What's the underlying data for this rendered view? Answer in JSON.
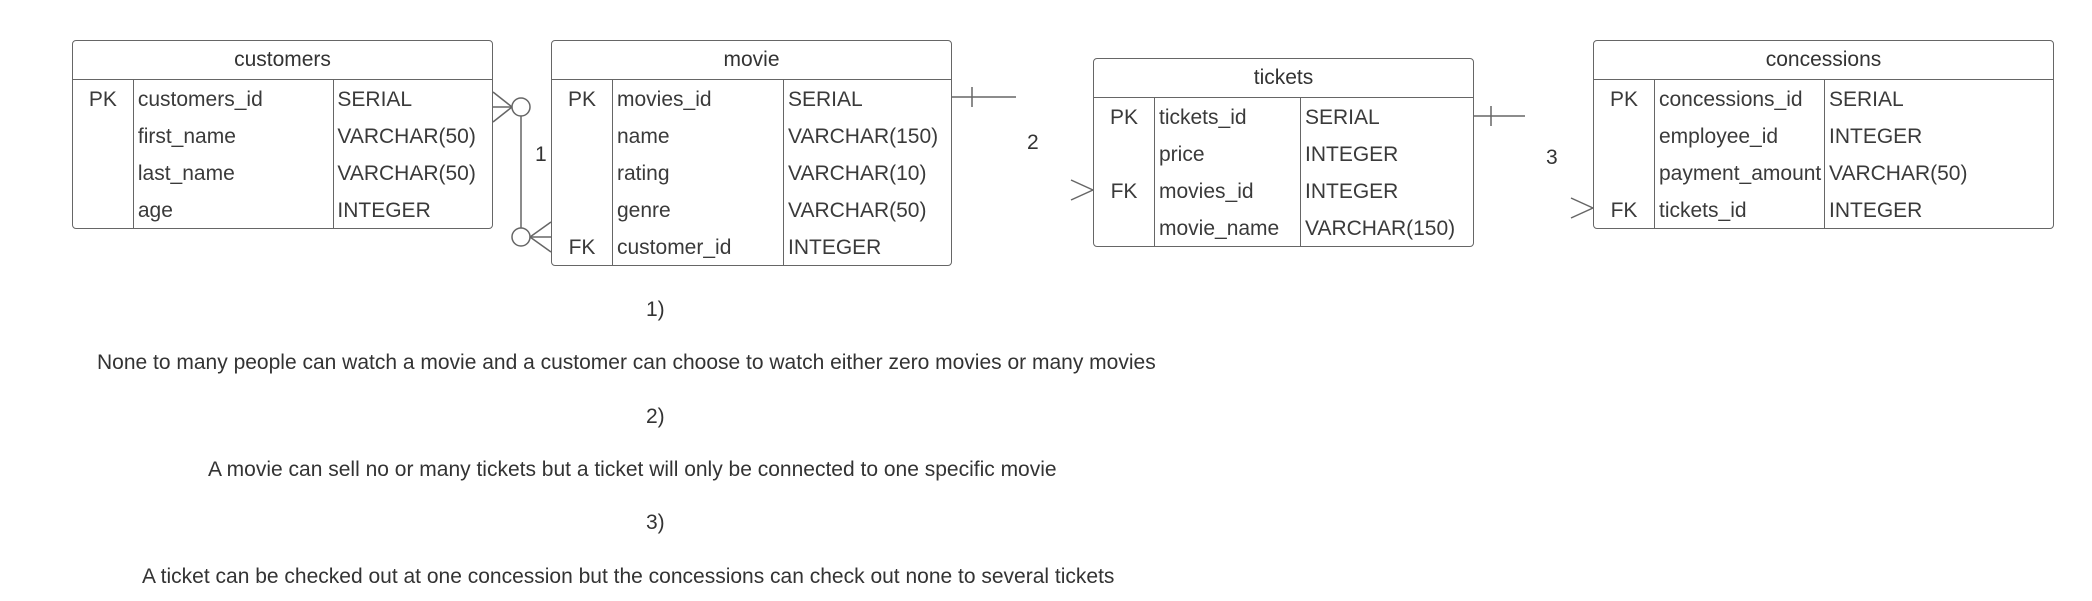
{
  "entities": {
    "customers": {
      "title": "customers",
      "rows": [
        {
          "key": "PK",
          "name": "customers_id",
          "type": "SERIAL"
        },
        {
          "key": "",
          "name": "first_name",
          "type": "VARCHAR(50)"
        },
        {
          "key": "",
          "name": "last_name",
          "type": "VARCHAR(50)"
        },
        {
          "key": "",
          "name": "age",
          "type": "INTEGER"
        }
      ]
    },
    "movie": {
      "title": "movie",
      "rows": [
        {
          "key": "PK",
          "name": "movies_id",
          "type": "SERIAL"
        },
        {
          "key": "",
          "name": "name",
          "type": "VARCHAR(150)"
        },
        {
          "key": "",
          "name": "rating",
          "type": "VARCHAR(10)"
        },
        {
          "key": "",
          "name": "genre",
          "type": "VARCHAR(50)"
        },
        {
          "key": "FK",
          "name": "customer_id",
          "type": "INTEGER"
        }
      ]
    },
    "tickets": {
      "title": "tickets",
      "rows": [
        {
          "key": "PK",
          "name": "tickets_id",
          "type": "SERIAL"
        },
        {
          "key": "",
          "name": "price",
          "type": "INTEGER"
        },
        {
          "key": "FK",
          "name": "movies_id",
          "type": "INTEGER"
        },
        {
          "key": "",
          "name": "movie_name",
          "type": "VARCHAR(150)"
        }
      ]
    },
    "concessions": {
      "title": "concessions",
      "rows": [
        {
          "key": "PK",
          "name": "concessions_id",
          "type": "SERIAL"
        },
        {
          "key": "",
          "name": "employee_id",
          "type": "INTEGER"
        },
        {
          "key": "",
          "name": "payment_amount",
          "type": "VARCHAR(50)"
        },
        {
          "key": "FK",
          "name": "tickets_id",
          "type": "INTEGER"
        }
      ]
    }
  },
  "relationships": [
    {
      "label": "1",
      "from": "customers",
      "to": "movie",
      "from_end": "zero-or-many",
      "to_end": "zero-or-many"
    },
    {
      "label": "2",
      "from": "movie",
      "to": "tickets",
      "from_end": "one",
      "to_end": "many"
    },
    {
      "label": "3",
      "from": "tickets",
      "to": "concessions",
      "from_end": "one",
      "to_end": "many"
    }
  ],
  "notes": [
    {
      "number": "1)",
      "text": "None to many people can watch a movie and a customer can choose to watch either zero movies or many movies"
    },
    {
      "number": "2)",
      "text": "A movie can sell no or many tickets but a ticket will only be connected to one specific movie"
    },
    {
      "number": "3)",
      "text": "A ticket can be checked out at one concession but the concessions can check out none to several tickets"
    }
  ],
  "colors": {
    "line": "#666666",
    "text": "#333333",
    "background": "#ffffff"
  }
}
